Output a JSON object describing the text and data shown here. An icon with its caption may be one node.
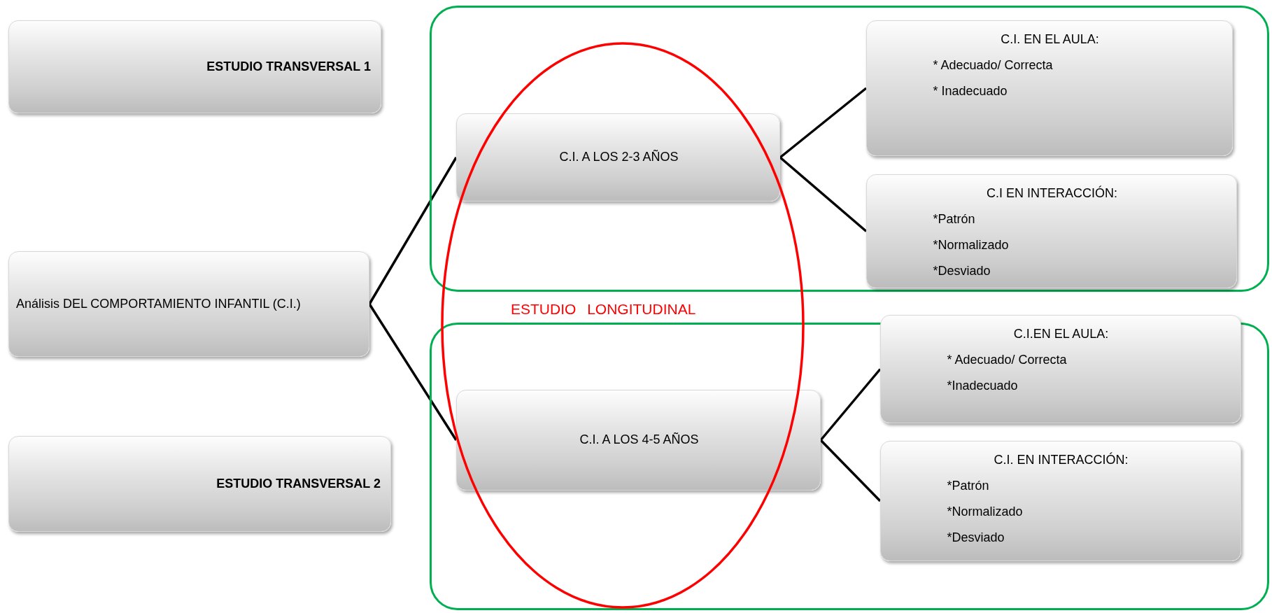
{
  "diagram": {
    "nodes": [
      {
        "text": [
          "ESTUDIO TRANSVERSAL 1"
        ]
      },
      {
        "text": [],
        "shape": "box"
      },
      {
        "text": [
          "C.I. A LOS 2-3 AÑOS"
        ]
      },
      {
        "text": [
          "C.I. EN EL AULA:",
          "* Adecuado/ Correcta",
          "* Inadecuado"
        ],
        "in": 1
      },
      {
        "text": [
          "C.I EN INTERACCIÓN:",
          "*Patrón",
          "*Normalizado",
          "*Desviado"
        ],
        "in": 1
      },
      {
        "text": [
          "Análisis DEL COMPORTAMIENTO INFANTIL (C.I.)"
        ]
      },
      {
        "text": [
          "ESTUDIO LONGITUDINAL"
        ]
      },
      {
        "text": [],
        "shape": "box"
      },
      {
        "text": [
          "C.I. A LOS 4-5 AÑOS"
        ]
      },
      {
        "text": [
          "C.I.EN EL AULA:",
          "* Adecuado/ Correcta",
          "*Inadecuado"
        ],
        "in": 7
      },
      {
        "text": [
          "C.I. EN INTERACCIÓN:",
          "*Patrón",
          "*Normalizado",
          "*Desviado"
        ],
        "in": 7
      },
      {
        "text": [
          "ESTUDIO TRANSVERSAL 2"
        ]
      }
    ],
    "edges": [
      {
        "from": 5,
        "to": 2,
        "arrow": "none"
      },
      {
        "from": 5,
        "to": 8,
        "arrow": "none"
      },
      {
        "from": 2,
        "to": 3,
        "arrow": "none"
      },
      {
        "from": 2,
        "to": 4,
        "arrow": "none"
      },
      {
        "from": 8,
        "to": 9,
        "arrow": "none"
      },
      {
        "from": 8,
        "to": 10,
        "arrow": "none"
      }
    ]
  }
}
